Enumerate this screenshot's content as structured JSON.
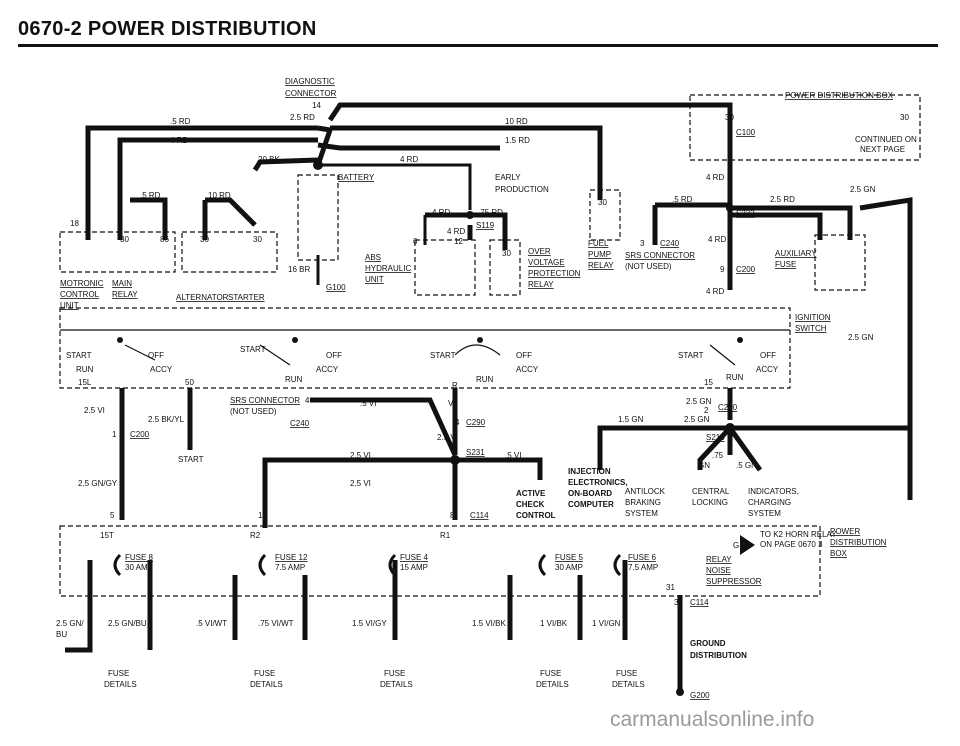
{
  "header": {
    "title": "0670-2 POWER DISTRIBUTION"
  },
  "watermark": "carmanualsonline.info",
  "labels": {
    "diag1": "DIAGNOSTIC",
    "diag2": "CONNECTOR",
    "diag_pin": "14",
    "pdb": "POWER DISTRIBUTION BOX",
    "w_5rd_a": ".5 RD",
    "w_25rd_a": "2.5 RD",
    "w_10rd_a": "10 RD",
    "w_4rd_a": "4 RD",
    "w_15rd": "1.5 RD",
    "w_208k": "20 BK",
    "w_4rd_b": "4 RD",
    "battery": "BATTERY",
    "early1": "EARLY",
    "early2": "PRODUCTION",
    "w_5rd_b": ".5 RD",
    "w_10rd_b": "10 RD",
    "n18": "18",
    "p30a": "30",
    "p86": "86",
    "p30b": "30",
    "p30c": "30",
    "motronic1": "MOTRONIC",
    "motronic2": "CONTROL",
    "motronic3": "UNIT",
    "mainrelay1": "MAIN",
    "mainrelay2": "RELAY",
    "alternator": "ALTERNATOR",
    "starter": "STARTER",
    "w_16br": "16 BR",
    "g100": "G100",
    "abs1": "ABS",
    "abs2": "HYDRAULIC",
    "abs3": "UNIT",
    "w_4rd_c": "4 RD",
    "w_75rd": ".75 RD",
    "w_4rd_d": "4 RD",
    "s119": "S119",
    "p6": "6",
    "p12": "12",
    "p30d": "30",
    "p30e": "30",
    "ovp1": "OVER",
    "ovp2": "VOLTAGE",
    "ovp3": "PROTECTION",
    "ovp4": "RELAY",
    "fuel1": "FUEL",
    "fuel2": "PUMP",
    "fuel3": "RELAY",
    "p3": "3",
    "c240a": "C240",
    "srs1": "SRS CONNECTOR",
    "srs2": "(NOT USED)",
    "w_4rd_e": "4 RD",
    "w_4rd_f": "4 RD",
    "p30f": "30",
    "p30g": "30",
    "c100": "C100",
    "cont1": "CONTINUED ON",
    "cont2": "NEXT PAGE",
    "w_5rd_c": ".5 RD",
    "w_25rd_b": "2.5 RD",
    "w_25gn_a": "2.5 GN",
    "s232": "S232",
    "p9": "9",
    "c200a": "C200",
    "aux1": "AUXILIARY",
    "aux2": "FUSE",
    "ign1": "IGNITION",
    "ign2": "SWITCH",
    "w_25gn_b": "2.5 GN",
    "start_a": "START",
    "off_a": "OFF",
    "run_a": "RUN",
    "accy_a": "ACCY",
    "p15l": "15L",
    "p50": "50",
    "start_b": "START",
    "off_b": "OFF",
    "run_b": "RUN",
    "accy_b": "ACCY",
    "start_c": "START",
    "off_c": "OFF",
    "run_c": "RUN",
    "accy_c": "ACCY",
    "pR": "R",
    "start_d": "START",
    "off_d": "OFF",
    "run_d": "RUN",
    "accy_d": "ACCY",
    "p15": "15",
    "w_25vi": "2.5 VI",
    "w_25bkyl": "2.5 BK/YL",
    "p1": "1",
    "c200b": "C200",
    "start_e": "START",
    "srs3": "SRS CONNECTOR",
    "srs4": "(NOT USED)",
    "p4a": "4",
    "c240b": "C240",
    "w_5vi_a": ".5 VI",
    "pVI": "VI",
    "p4b": "4",
    "c290": "C290",
    "w_25vi_b": "2.5 VI",
    "w_25vi_c": "2.5 VI",
    "s231": "S231",
    "w_5vi_b": ".5 VI",
    "w_25gn_c": "2.5 GN",
    "p2": "2",
    "c200c": "C200",
    "w_15gn": "1.5 GN",
    "w_25gn_d": "2.5 GN",
    "s213": "S213",
    "w_75gn": ".75",
    "w_75gn2": "GN",
    "w_5gn": ".5 GN",
    "w_25gngy": "2.5 GN/GY",
    "w_25vi_d": "2.5 VI",
    "inj1": "INJECTION",
    "inj2": "ELECTRONICS,",
    "inj3": "ON-BOARD",
    "inj4": "COMPUTER",
    "act1": "ACTIVE",
    "act2": "CHECK",
    "act3": "CONTROL",
    "abl1": "ANTILOCK",
    "abl2": "BRAKING",
    "abl3": "SYSTEM",
    "cl1": "CENTRAL",
    "cl2": "LOCKING",
    "ind1": "INDICATORS,",
    "ind2": "CHARGING",
    "ind3": "SYSTEM",
    "p5": "5",
    "p1b": "1",
    "p8": "8",
    "c114a": "C114",
    "k2a": "TO K2 HORN RELAY",
    "k2b": "ON PAGE 0670 3",
    "g": "G",
    "pdb2a": "POWER",
    "pdb2b": "DISTRIBUTION",
    "pdb2c": "BOX",
    "p15t": "15T",
    "pR2": "R2",
    "pR1": "R1",
    "fuse8": "FUSE 8",
    "fuse8a": "30 AMP",
    "fuse12": "FUSE 12",
    "fuse12a": "7.5 AMP",
    "fuse4": "FUSE 4",
    "fuse4a": "15 AMP",
    "fuse5": "FUSE 5",
    "fuse5a": "30 AMP",
    "fuse6": "FUSE 6",
    "fuse6a": "7.5 AMP",
    "relay1": "RELAY",
    "relay2": "NOISE",
    "relay3": "SUPPRESSOR",
    "p31": "31",
    "p3b": "3",
    "c114b": "C114",
    "w_25gnbu1": "2.5 GN/",
    "w_25gnbu2": "BU",
    "w_25gnbu3": "2.5 GN/BU",
    "w_5viwt": ".5 VI/WT",
    "w_75viwt": ".75 VI/WT",
    "w_15vigy": "1.5 VI/GY",
    "w_15vibk": "1.5 VI/BK",
    "w_1vibk": "1 VI/BK",
    "w_1vign": "1 VI/GN",
    "fd1a": "FUSE",
    "fd1b": "DETAILS",
    "fd2a": "FUSE",
    "fd2b": "DETAILS",
    "fd3a": "FUSE",
    "fd3b": "DETAILS",
    "fd4a": "FUSE",
    "fd4b": "DETAILS",
    "fd5a": "FUSE",
    "fd5b": "DETAILS",
    "gnd1": "GROUND",
    "gnd2": "DISTRIBUTION",
    "g200": "G200"
  }
}
